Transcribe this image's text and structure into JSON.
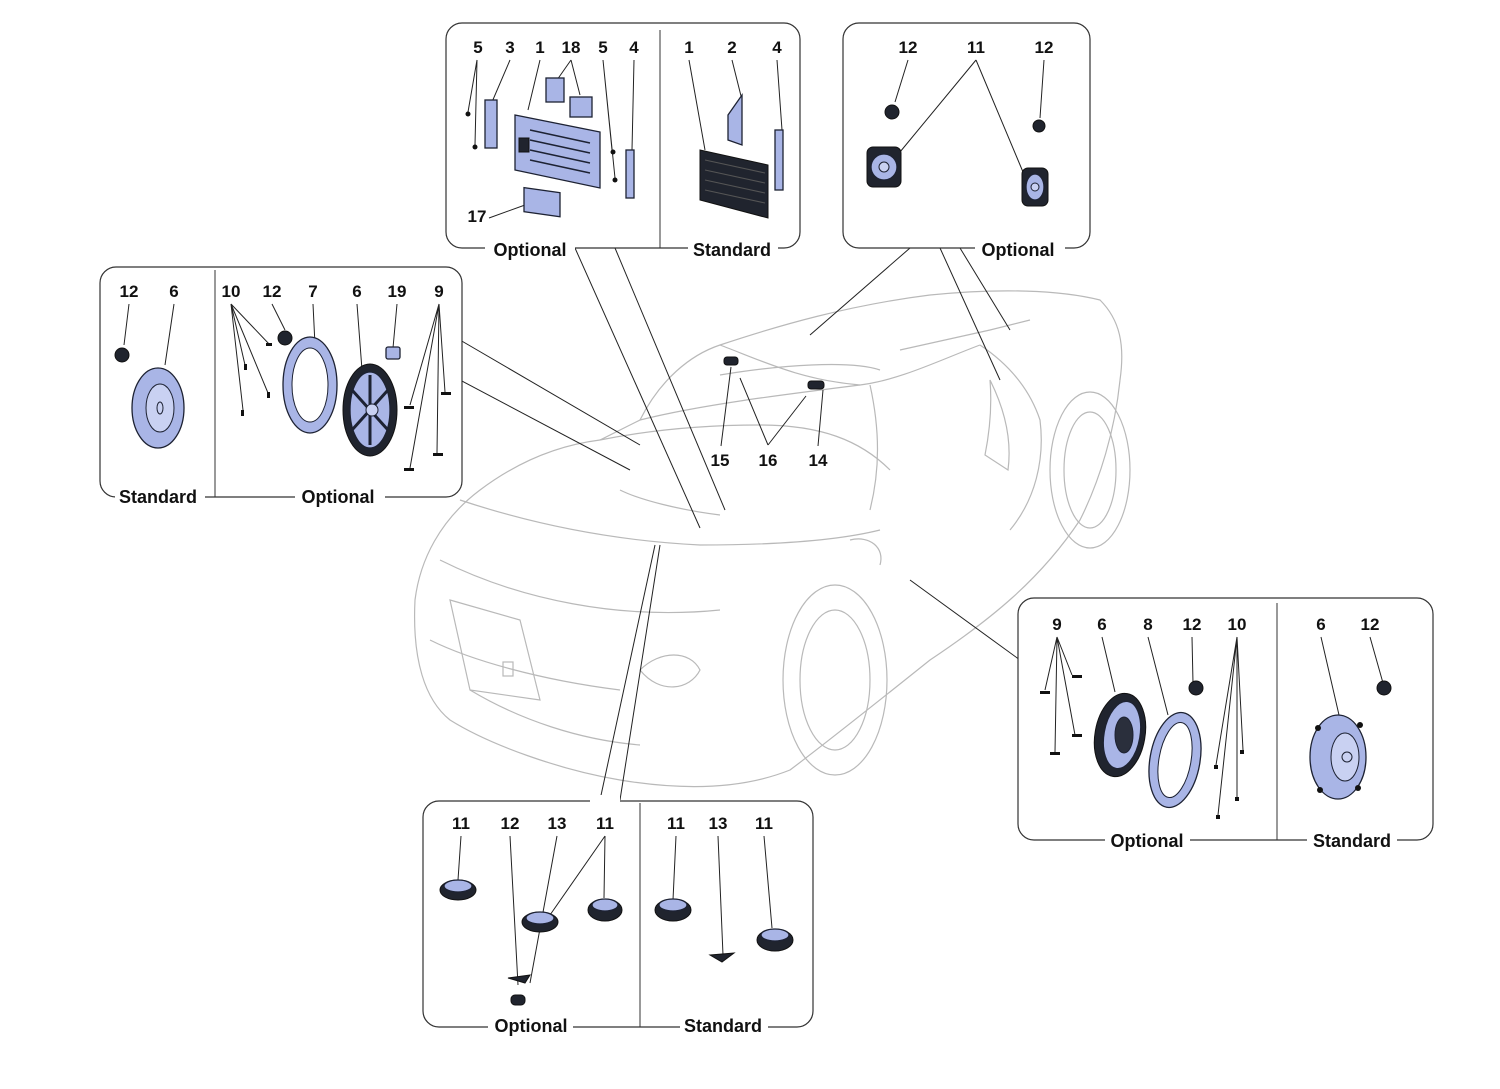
{
  "diagram": {
    "subject": "Sound system components (speakers and amplifier) on sports car",
    "accent_color": "#a9b5e6",
    "panels": {
      "amplifier": {
        "sections": [
          {
            "caption": "Optional",
            "callouts": [
              "5",
              "3",
              "1",
              "18",
              "5",
              "4",
              "17"
            ]
          },
          {
            "caption": "Standard",
            "callouts": [
              "1",
              "2",
              "4"
            ]
          }
        ]
      },
      "roof_speakers": {
        "sections": [
          {
            "caption": "Optional",
            "callouts": [
              "12",
              "11",
              "12"
            ]
          }
        ]
      },
      "left_door": {
        "sections": [
          {
            "caption": "Standard",
            "callouts": [
              "12",
              "6"
            ]
          },
          {
            "caption": "Optional",
            "callouts": [
              "10",
              "12",
              "7",
              "6",
              "19",
              "9"
            ]
          }
        ]
      },
      "windshield": {
        "callouts": [
          "15",
          "16",
          "14"
        ]
      },
      "right_door": {
        "sections": [
          {
            "caption": "Optional",
            "callouts": [
              "9",
              "6",
              "8",
              "12",
              "10"
            ]
          },
          {
            "caption": "Standard",
            "callouts": [
              "6",
              "12"
            ]
          }
        ]
      },
      "dashboard": {
        "sections": [
          {
            "caption": "Optional",
            "callouts": [
              "11",
              "12",
              "13",
              "11"
            ]
          },
          {
            "caption": "Standard",
            "callouts": [
              "11",
              "13",
              "11"
            ]
          }
        ]
      }
    }
  }
}
